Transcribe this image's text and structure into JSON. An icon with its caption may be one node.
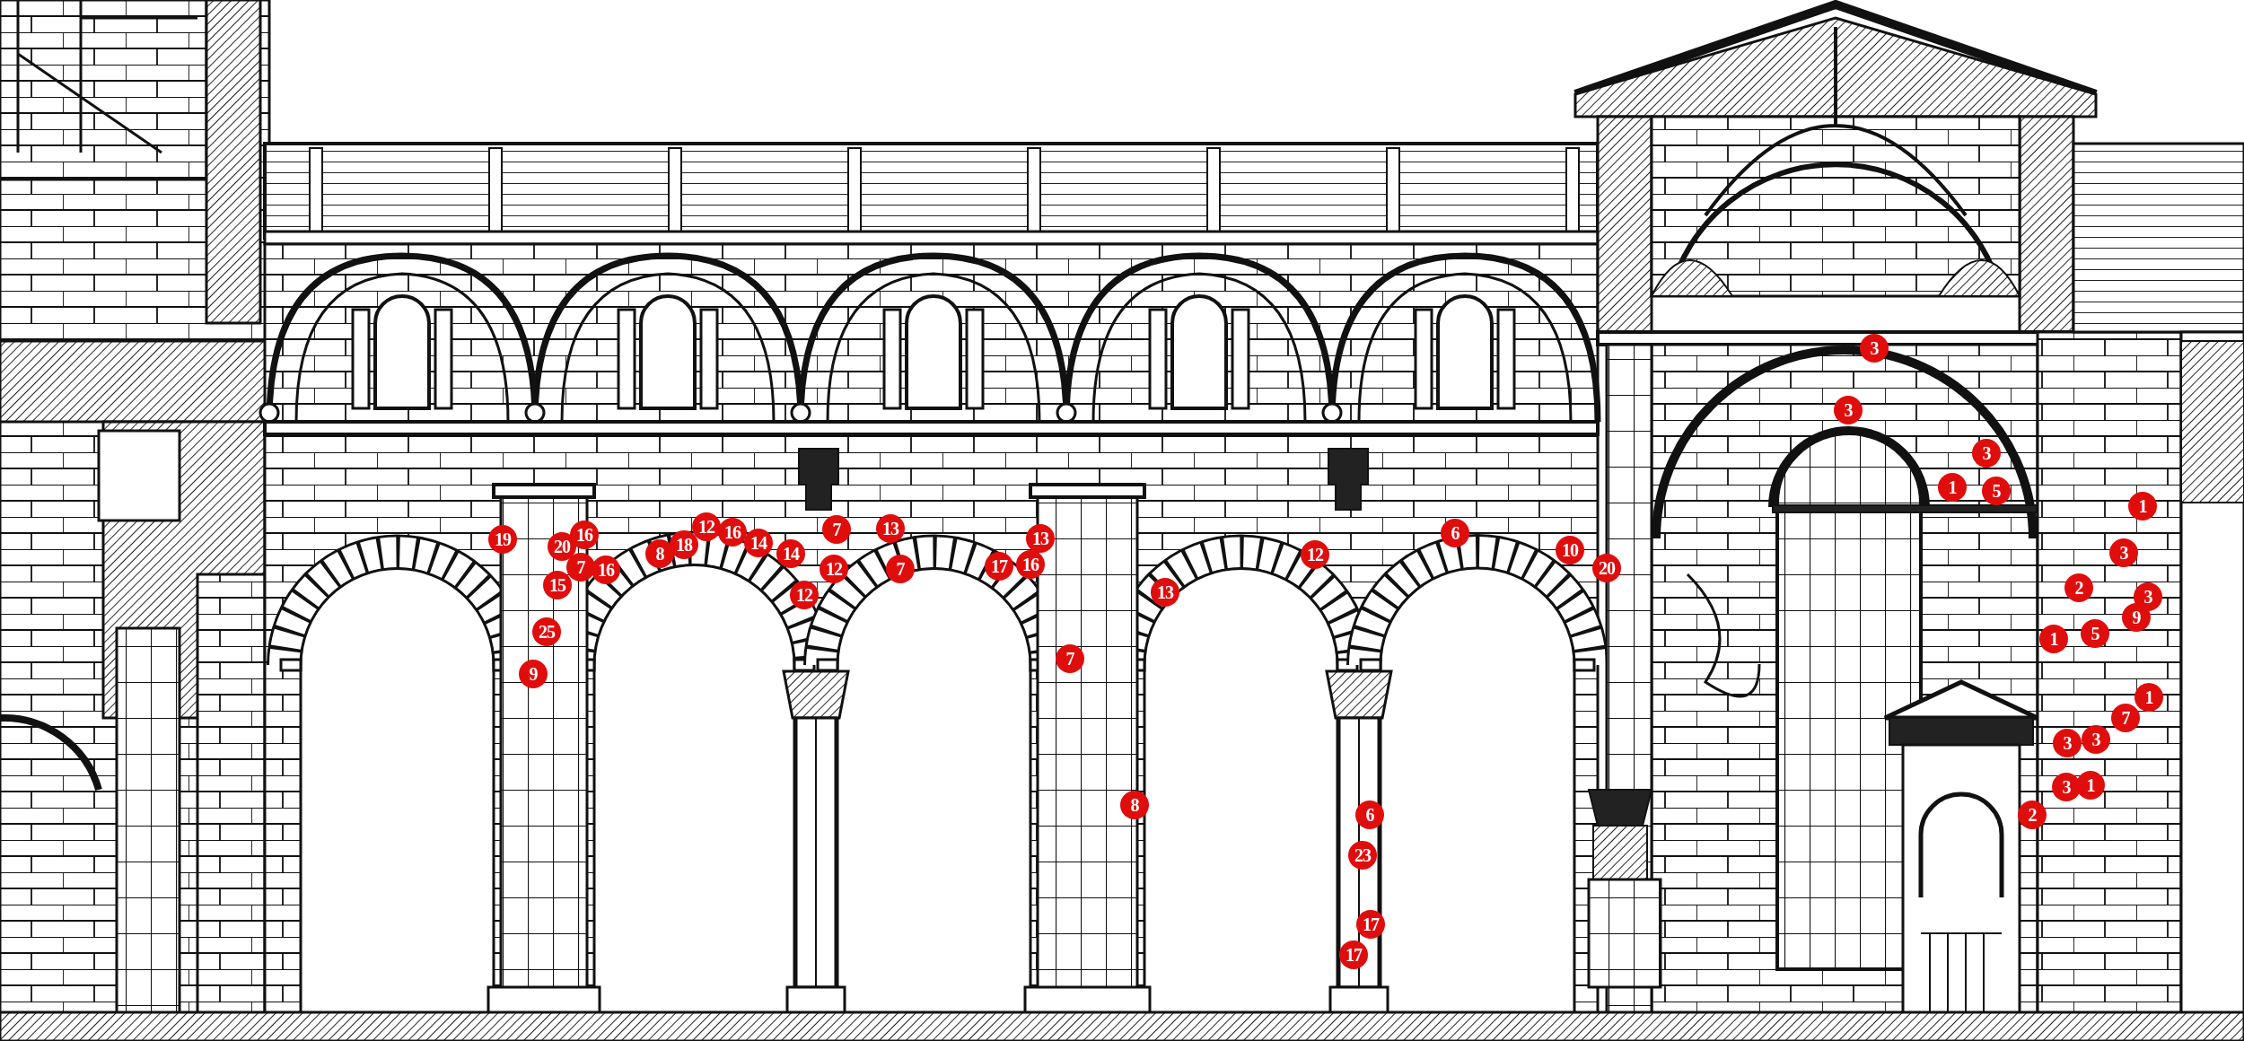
{
  "diagram": {
    "labels": [
      "19",
      "20",
      "16",
      "7",
      "16",
      "15",
      "25",
      "9",
      "8",
      "18",
      "12",
      "16",
      "14",
      "14",
      "12",
      "7",
      "12",
      "13",
      "7",
      "17",
      "16",
      "13",
      "7",
      "8",
      "13",
      "12",
      "6",
      "10",
      "20",
      "6",
      "23",
      "17",
      "17",
      "3",
      "3",
      "3",
      "1",
      "5",
      "1",
      "3",
      "2",
      "3",
      "9",
      "1",
      "5",
      "1",
      "7",
      "3",
      "3",
      "3",
      "1",
      "2"
    ]
  }
}
